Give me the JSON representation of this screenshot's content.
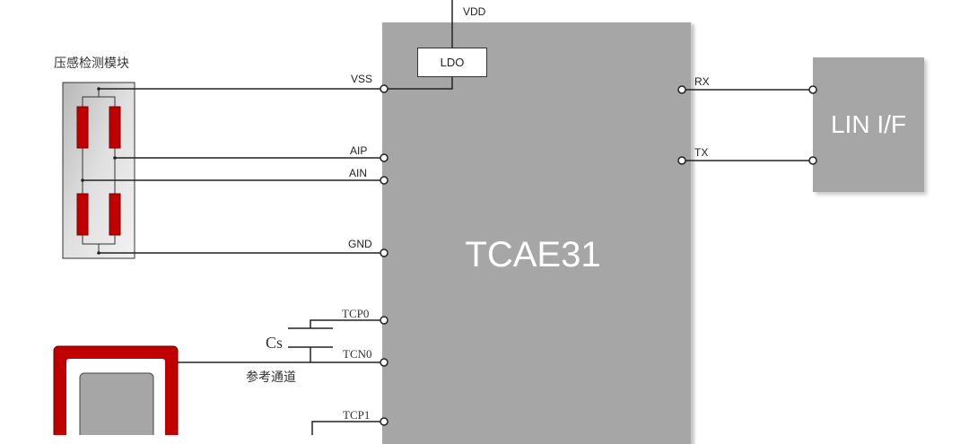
{
  "chip": {
    "name": "TCAE31",
    "color": "#a6a6a6"
  },
  "ldo": {
    "label": "LDO"
  },
  "lin": {
    "label": "LIN I/F"
  },
  "sensor_module": {
    "title": "压感检测模块",
    "resistor_color": "#c00000"
  },
  "pins": {
    "vdd": "VDD",
    "vss": "VSS",
    "aip": "AIP",
    "ain": "AIN",
    "gnd": "GND",
    "rx": "RX",
    "tx": "TX",
    "tcp0": "TCP0",
    "tcn0": "TCN0",
    "tcp1": "TCP1"
  },
  "capacitor": {
    "label": "Cs"
  },
  "reference_channel": {
    "label": "参考通道"
  },
  "touch_pad": {
    "border_color": "#c00000",
    "pad_color": "#a6a6a6"
  }
}
